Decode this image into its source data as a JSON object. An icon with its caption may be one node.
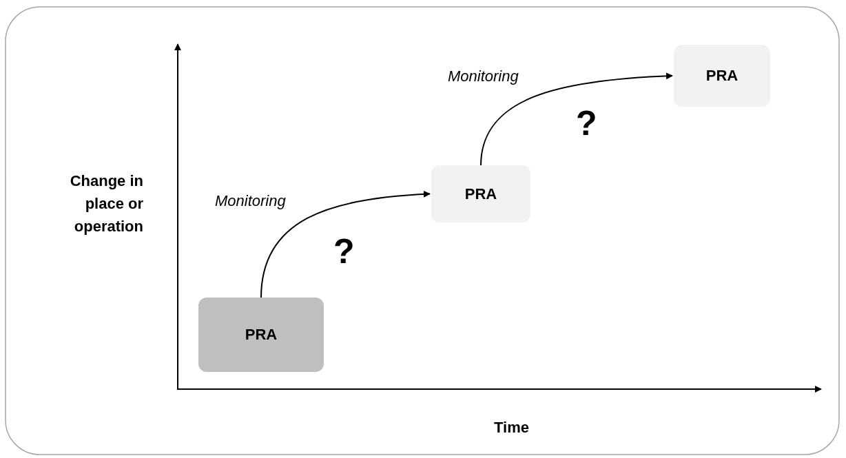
{
  "diagram": {
    "nodes": [
      {
        "text": [
          "PRA"
        ]
      },
      {
        "text": [
          "PRA"
        ]
      },
      {
        "text": [
          "PRA"
        ]
      }
    ],
    "edges": [
      {
        "from": 0,
        "to": 1,
        "arrow": "to",
        "label": "Monitoring"
      },
      {
        "from": 1,
        "to": 2,
        "arrow": "to",
        "label": "Monitoring"
      }
    ],
    "labels": [
      "?",
      "Change in place or operation",
      "?",
      "Time"
    ]
  }
}
